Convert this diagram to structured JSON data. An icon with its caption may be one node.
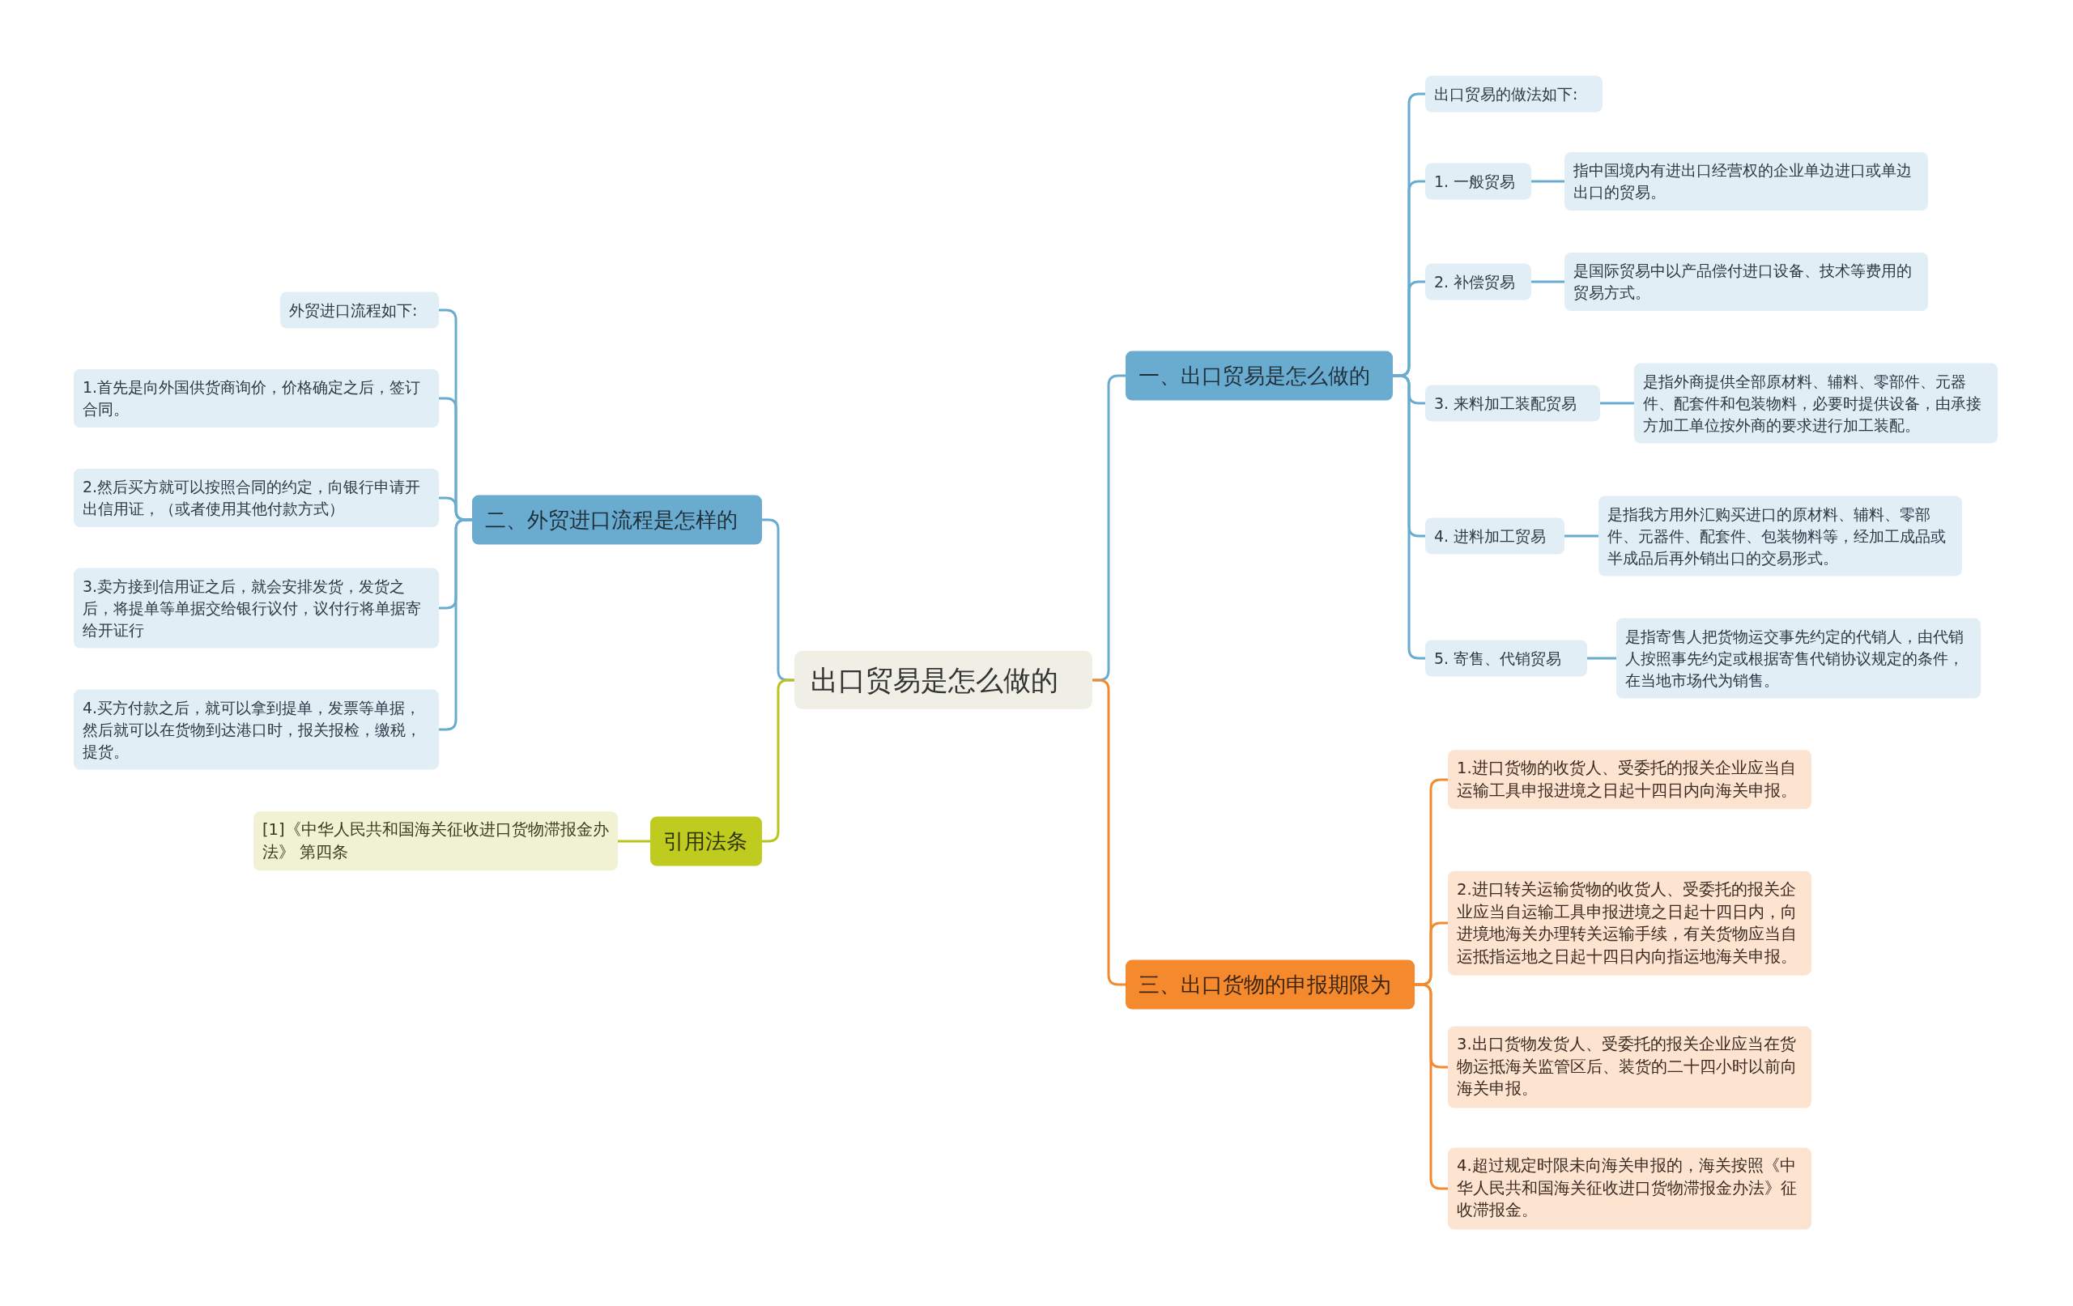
{
  "diagram": {
    "nodes": [
      {
        "text": [
          "出口贸易是怎么做的"
        ]
      },
      {
        "text": [
          "一、出口贸易是怎么做的"
        ]
      },
      {
        "text": [
          "出口贸易的做法如下:"
        ]
      },
      {
        "text": [
          "1. 一般贸易"
        ]
      },
      {
        "text": [
          "指中国境内有进出口经营权的企业单边进口或单边出口的贸易。"
        ]
      },
      {
        "text": [
          "2. 补偿贸易"
        ]
      },
      {
        "text": [
          "是国际贸易中以产品偿付进口设备、技术等费用的贸易方式。"
        ]
      },
      {
        "text": [
          "3. 来料加工装配贸易"
        ]
      },
      {
        "text": [
          "是指外商提供全部原材料、辅料、零部件、元器件、配套件和包装物料，必要时提供设备，由承接方加工单位按外商的要求进行加工装配。"
        ]
      },
      {
        "text": [
          "4. 进料加工贸易"
        ]
      },
      {
        "text": [
          "是指我方用外汇购买进口的原材料、辅料、零部件、元器件、配套件、包装物料等，经加工成品或半成品后再外销出口的交易形式。"
        ]
      },
      {
        "text": [
          "5. 寄售、代销贸易"
        ]
      },
      {
        "text": [
          "是指寄售人把货物运交事先约定的代销人，由代销人按照事先约定或根据寄售代销协议规定的条件，在当地市场代为销售。"
        ]
      },
      {
        "text": [
          "三、出口货物的申报期限为"
        ]
      },
      {
        "text": [
          "1.进口货物的收货人、受委托的报关企业应当自运输工具申报进境之日起十四日内向海关申报。"
        ]
      },
      {
        "text": [
          "2.进口转关运输货物的收货人、受委托的报关企业应当自运输工具申报进境之日起十四日内，向进境地海关办理转关运输手续，有关货物应当自运抵指运地之日起十四日内向指运地海关申报。"
        ]
      },
      {
        "text": [
          "3.出口货物发货人、受委托的报关企业应当在货物运抵海关监管区后、装货的二十四小时以前向海关申报。"
        ]
      },
      {
        "text": [
          "4.超过规定时限未向海关申报的，海关按照《中华人民共和国海关征收进口货物滞报金办法》征收滞报金。"
        ]
      },
      {
        "text": [
          "二、外贸进口流程是怎样的"
        ]
      },
      {
        "text": [
          "外贸进口流程如下:"
        ]
      },
      {
        "text": [
          "1.首先是向外国供货商询价，价格确定之后，签订合同。"
        ]
      },
      {
        "text": [
          "2.然后买方就可以按照合同的约定，向银行申请开出信用证，（或者使用其他付款方式）"
        ]
      },
      {
        "text": [
          "3.卖方接到信用证之后，就会安排发货，发货之后，将提单等单据交给银行议付，议付行将单据寄给开证行"
        ]
      },
      {
        "text": [
          "4.买方付款之后，就可以拿到提单，发票等单据，然后就可以在货物到达港口时，报关报检，缴税，提货。"
        ]
      },
      {
        "text": [
          "引用法条"
        ]
      },
      {
        "text": [
          "[1]《中华人民共和国海关征收进口货物滞报金办法》 第四条"
        ]
      }
    ],
    "edges": [
      {
        "from": 0,
        "to": 1,
        "arrow": "none"
      },
      {
        "from": 1,
        "to": 2,
        "arrow": "none"
      },
      {
        "from": 1,
        "to": 3,
        "arrow": "none"
      },
      {
        "from": 3,
        "to": 4,
        "arrow": "none"
      },
      {
        "from": 1,
        "to": 5,
        "arrow": "none"
      },
      {
        "from": 5,
        "to": 6,
        "arrow": "none"
      },
      {
        "from": 1,
        "to": 7,
        "arrow": "none"
      },
      {
        "from": 7,
        "to": 8,
        "arrow": "none"
      },
      {
        "from": 1,
        "to": 9,
        "arrow": "none"
      },
      {
        "from": 9,
        "to": 10,
        "arrow": "none"
      },
      {
        "from": 1,
        "to": 11,
        "arrow": "none"
      },
      {
        "from": 11,
        "to": 12,
        "arrow": "none"
      },
      {
        "from": 0,
        "to": 13,
        "arrow": "none",
        "color": "#f28a30"
      },
      {
        "from": 13,
        "to": 14,
        "arrow": "none",
        "color": "#f28a30"
      },
      {
        "from": 13,
        "to": 15,
        "arrow": "none",
        "color": "#f28a30"
      },
      {
        "from": 13,
        "to": 16,
        "arrow": "none",
        "color": "#f28a30"
      },
      {
        "from": 13,
        "to": 17,
        "arrow": "none",
        "color": "#f28a30"
      },
      {
        "from": 0,
        "to": 18,
        "arrow": "none"
      },
      {
        "from": 18,
        "to": 19,
        "arrow": "none"
      },
      {
        "from": 18,
        "to": 20,
        "arrow": "none"
      },
      {
        "from": 18,
        "to": 21,
        "arrow": "none"
      },
      {
        "from": 18,
        "to": 22,
        "arrow": "none"
      },
      {
        "from": 18,
        "to": 23,
        "arrow": "none"
      },
      {
        "from": 0,
        "to": 24,
        "arrow": "none",
        "color": "#b8c41c"
      },
      {
        "from": 24,
        "to": 25,
        "arrow": "none",
        "color": "#b8c41c"
      }
    ]
  }
}
